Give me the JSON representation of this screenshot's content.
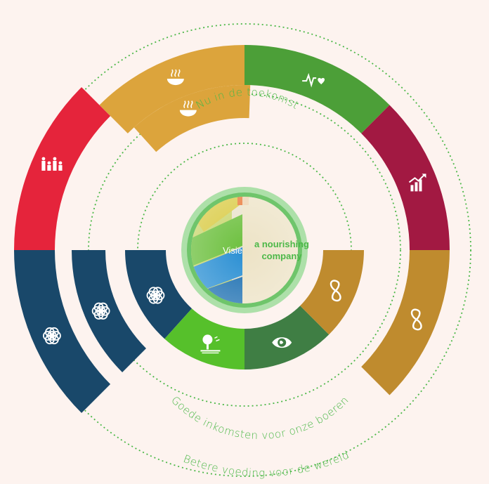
{
  "center": {
    "left_label": "Visie",
    "right_line1": "a nourishing",
    "right_line2": "company"
  },
  "rings": {
    "inner_label": "Nu in de toekomst",
    "middle_label": "Goede inkomsten voor onze boeren",
    "outer_label": "Betere voeding voor de wereld"
  },
  "colors": {
    "background": "#fdf3ef",
    "sdg2_zero_hunger": "#dca43c",
    "sdg3_health": "#4c9f38",
    "sdg1_no_poverty": "#e5243b",
    "sdg8_decent_work": "#a21942",
    "sdg12_consumption": "#bf8b2e",
    "sdg17_partnerships": "#19486a",
    "sdg15_life_on_land": "#56c02b",
    "sdg13_climate": "#3f7e44",
    "dotted_line": "#4cb848",
    "label_text": "#4cb848"
  },
  "segments": {
    "outer_ring": [
      {
        "goal": "zero-hunger",
        "icon": "bowl-icon",
        "color": "#dca43c"
      },
      {
        "goal": "good-health",
        "icon": "heartbeat-icon",
        "color": "#4c9f38"
      },
      {
        "goal": "decent-work",
        "icon": "growth-chart-icon",
        "color": "#a21942"
      },
      {
        "goal": "responsible-consumption",
        "icon": "infinity-loop-icon",
        "color": "#bf8b2e"
      },
      {
        "goal": "partnerships",
        "icon": "flower-icon",
        "color": "#19486a"
      },
      {
        "goal": "no-poverty",
        "icon": "family-icon",
        "color": "#e5243b"
      }
    ],
    "middle_ring": [
      {
        "goal": "zero-hunger",
        "icon": "bowl-icon",
        "color": "#dca43c"
      },
      {
        "goal": "partnerships",
        "icon": "flower-icon",
        "color": "#19486a"
      }
    ],
    "inner_ring": [
      {
        "goal": "partnerships",
        "icon": "flower-icon",
        "color": "#19486a"
      },
      {
        "goal": "life-on-land",
        "icon": "tree-icon",
        "color": "#56c02b"
      },
      {
        "goal": "climate-action",
        "icon": "eye-globe-icon",
        "color": "#3f7e44"
      },
      {
        "goal": "responsible-consumption",
        "icon": "infinity-loop-icon",
        "color": "#bf8b2e"
      }
    ]
  }
}
